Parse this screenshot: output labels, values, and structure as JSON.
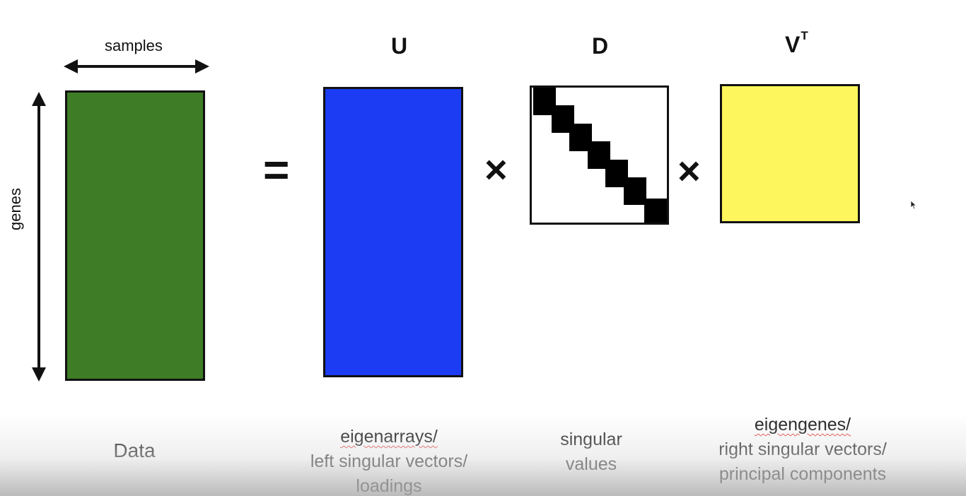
{
  "labels": {
    "samples": "samples",
    "genes": "genes"
  },
  "equation": {
    "equals": "=",
    "times": "×"
  },
  "matrices": {
    "data": {
      "caption": "Data",
      "color": "#3e7d26"
    },
    "u": {
      "title": "U",
      "caption_line1": "eigenarrays/",
      "caption_line2": "left singular vectors/",
      "caption_line3": "loadings",
      "color": "#1b3cf2"
    },
    "d": {
      "title": "D",
      "caption_line1": "singular",
      "caption_line2": "values",
      "color": "#ffffff",
      "diagonal_blocks": 7
    },
    "vt": {
      "title": "V",
      "title_sup": "T",
      "caption_line1": "eigengenes/",
      "caption_line2": "right singular vectors/",
      "caption_line3": "principal components",
      "color": "#fdf65c"
    }
  },
  "icons": {
    "cursor": "mouse-pointer-icon"
  }
}
